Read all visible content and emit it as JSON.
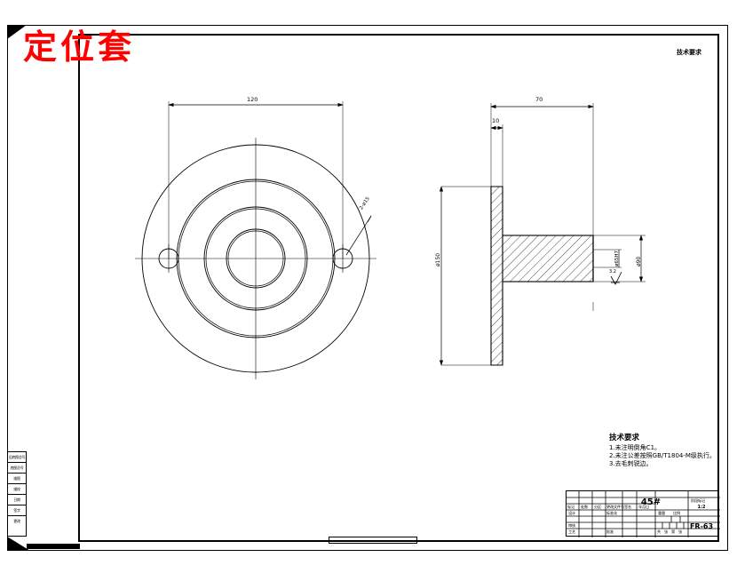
{
  "sheet": {
    "title_red": "定位套",
    "top_right_label": "技术要求"
  },
  "front_view": {
    "name": "front-circular-view",
    "dimensions": {
      "bolt_circle": "120",
      "hole_note": "2-ø15"
    },
    "circles_desc": [
      "outer-ø150",
      "flange-ø110",
      "boss-ø90",
      "bore-ø65",
      "bore-inner"
    ]
  },
  "section_view": {
    "name": "section-side-view",
    "dimensions": {
      "total_length": "70",
      "flange_thickness": "10",
      "outer_diameter": "ø150",
      "boss_diameter": "ø90",
      "bore_diameter": "ø65H7",
      "surface_finish": "3.2"
    }
  },
  "tech_requirements": {
    "heading": "技术要求",
    "notes": [
      "1.未注明倒角C1。",
      "2.未注公差按照GB/T1804-M级执行。",
      "3.去毛刺锐边。"
    ]
  },
  "title_block": {
    "material": "45#",
    "drawing_code": "FR-63",
    "scale": "1:2",
    "stage_label": "阶段标记",
    "cells": {
      "r1c1": "标记",
      "r1c2": "处数",
      "r1c3": "分区",
      "r1c4": "更改文件号",
      "r1c5": "签名",
      "r1c6": "年月日",
      "r2c1": "设计",
      "r2c4": "标准化",
      "r3c1": "审核",
      "r4c1": "工艺",
      "r4c4": "批准",
      "mid1": "重量",
      "mid2": "比例",
      "bot1": "共",
      "bot2": "张",
      "bot3": "第",
      "bot4": "张",
      "qty": "数量"
    }
  },
  "margin_strip": {
    "rows": [
      "旧底图总号",
      "底图总号",
      "描图",
      "描校",
      "日期",
      "签字",
      "更改"
    ]
  },
  "bottom_strip": {
    "text": "· · · · · ·"
  },
  "colors": {
    "ink": "#000000",
    "red": "#ff0000",
    "paper": "#ffffff"
  }
}
